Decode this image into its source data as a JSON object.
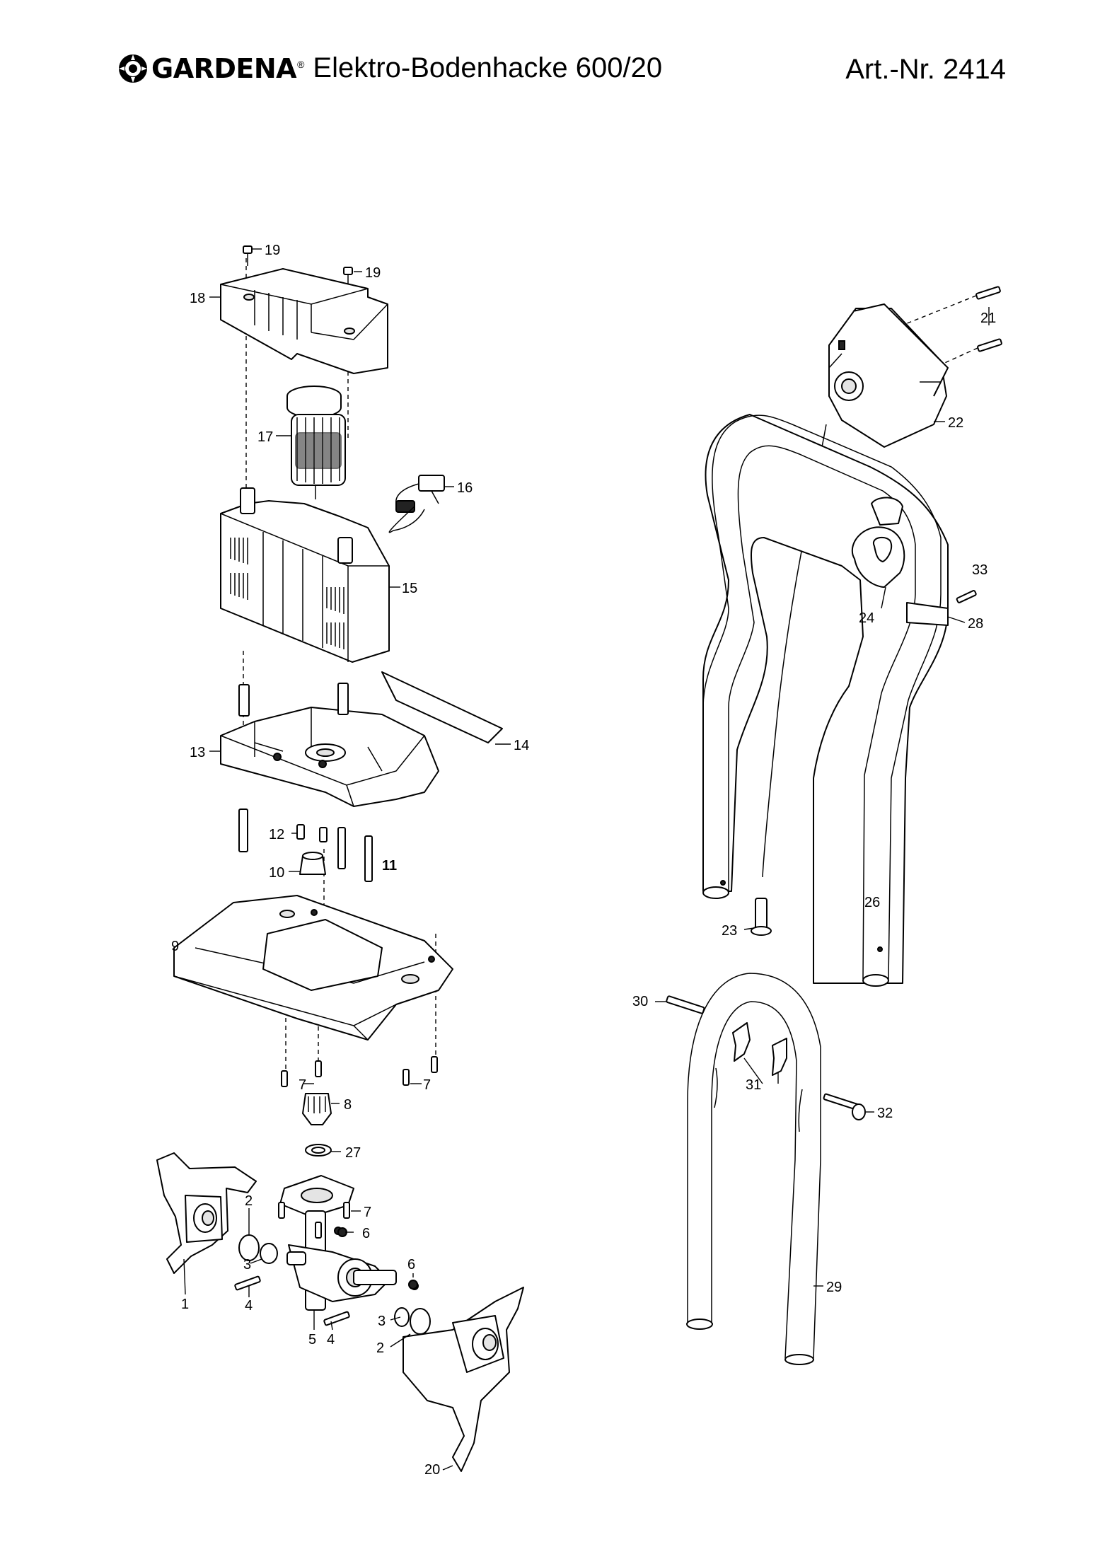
{
  "header": {
    "brand": "GARDENA",
    "registered_mark": "®",
    "title": "Elektro-Bodenhacke 600/20",
    "article_number": "Art.-Nr. 2414"
  },
  "callouts": {
    "p1": "1",
    "p2a": "2",
    "p2b": "2",
    "p3a": "3",
    "p3b": "3",
    "p4a": "4",
    "p4b": "4",
    "p5": "5",
    "p6a": "6",
    "p6b": "6",
    "p7a": "7",
    "p7b": "7",
    "p7c": "7",
    "p8": "8",
    "p9": "9",
    "p10": "10",
    "p11": "11",
    "p12": "12",
    "p13": "13",
    "p14": "14",
    "p15": "15",
    "p16": "16",
    "p17": "17",
    "p18": "18",
    "p19a": "19",
    "p19b": "19",
    "p20": "20",
    "p21": "21",
    "p22": "22",
    "p23": "23",
    "p24": "24",
    "p26": "26",
    "p27": "27",
    "p28": "28",
    "p29": "29",
    "p30": "30",
    "p31": "31",
    "p32": "32",
    "p33": "33"
  },
  "icons": {
    "logo": "gardena-logo-icon"
  }
}
